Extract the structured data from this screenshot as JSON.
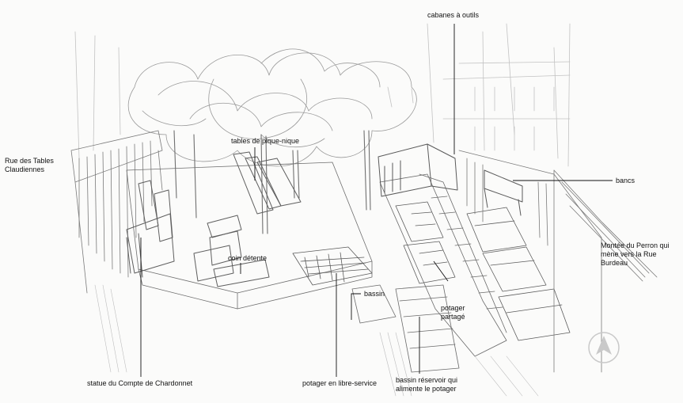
{
  "labels": {
    "cabanes": "cabanes à outils",
    "rue_tables": "Rue des Tables Claudiennes",
    "tables_pique": "tables de pique-nique",
    "bancs": "bancs",
    "montee": "Montée du Perron qui mène vers la Rue Burdeau",
    "coin_detente": "coin détente",
    "bassin": "bassin",
    "potager_partage": "potager partagé",
    "statue": "statue du Compte de Chardonnet",
    "potager_libre": "potager en libre-service",
    "bassin_reservoir": "bassin réservoir qui alimente le potager"
  },
  "colors": {
    "pencil": "#6b6b6b",
    "pencil_light": "#a9a9a9",
    "ink": "#111111",
    "north_arrow": "#c9c9c9"
  },
  "icons": {
    "north_arrow": "north-arrow-icon"
  }
}
